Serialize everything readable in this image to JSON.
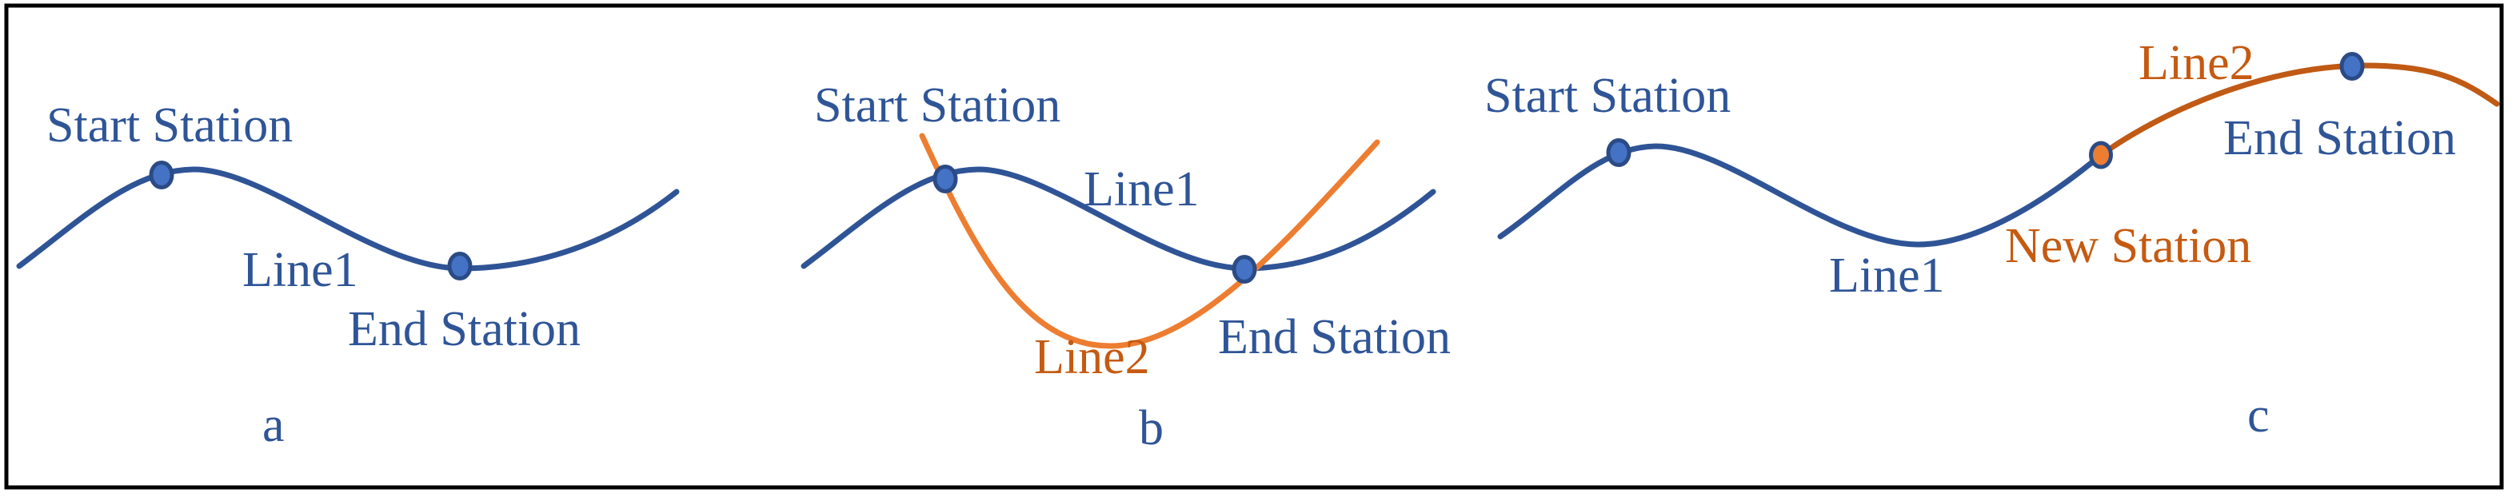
{
  "figure": {
    "description": "Three-panel diagram of rail line extension: a) single line, b) two crossing lines, c) line extended via new station",
    "colors": {
      "navy_text": "#2F5597",
      "blue_curve": "#2F5496",
      "station_dot_fill": "#4472C4",
      "station_dot_stroke": "#2A4B85",
      "orange_bright": "#ED7D31",
      "orange_dark": "#C55A11",
      "border": "#000000",
      "background": "#FFFFFF"
    },
    "panels": [
      {
        "letter": "a",
        "labels": {
          "start_station": "Start Station",
          "line1": "Line1",
          "end_station": "End Station"
        },
        "stations": [
          {
            "name": "Start Station",
            "marker": "blue"
          },
          {
            "name": "End Station",
            "marker": "blue"
          }
        ]
      },
      {
        "letter": "b",
        "labels": {
          "start_station": "Start Station",
          "line1": "Line1",
          "line2": "Line2",
          "end_station": "End Station"
        },
        "stations": [
          {
            "name": "Start Station",
            "marker": "blue"
          },
          {
            "name": "End Station",
            "marker": "blue"
          }
        ]
      },
      {
        "letter": "c",
        "labels": {
          "start_station": "Start Station",
          "line1": "Line1",
          "line2": "Line2",
          "new_station": "New Station",
          "end_station": "End Station"
        },
        "stations": [
          {
            "name": "Start Station",
            "marker": "blue"
          },
          {
            "name": "New Station",
            "marker": "orange"
          },
          {
            "name": "End Station",
            "marker": "blue"
          }
        ]
      }
    ]
  }
}
